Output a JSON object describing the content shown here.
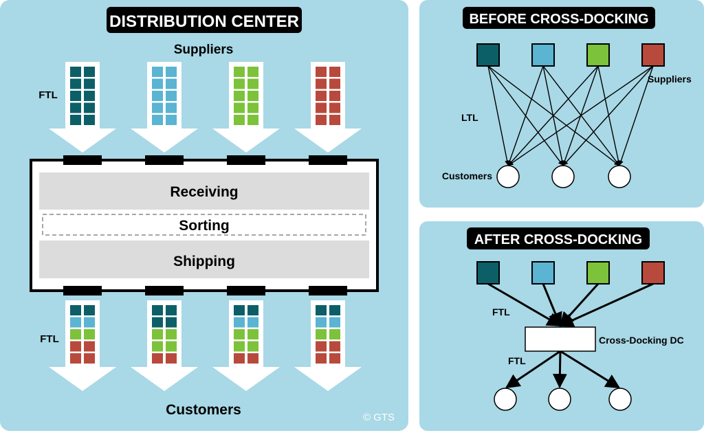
{
  "colors": {
    "panel_bg": "#a9d8e6",
    "dark_teal": "#0d5f67",
    "light_blue": "#5ab4d2",
    "green": "#7cc23b",
    "red": "#b84a3d"
  },
  "main_panel": {
    "title": "DISTRIBUTION CENTER",
    "suppliers_label": "Suppliers",
    "customers_label": "Customers",
    "ftl_top": "FTL",
    "ftl_bottom": "FTL",
    "receiving": "Receiving",
    "sorting": "Sorting",
    "shipping": "Shipping",
    "copyright": "© GTS",
    "supplier_columns": [
      [
        "dark_teal",
        "dark_teal",
        "dark_teal",
        "dark_teal",
        "dark_teal"
      ],
      [
        "light_blue",
        "light_blue",
        "light_blue",
        "light_blue",
        "light_blue"
      ],
      [
        "green",
        "green",
        "green",
        "green",
        "green"
      ],
      [
        "red",
        "red",
        "red",
        "red",
        "red"
      ]
    ],
    "customer_columns": [
      [
        "dark_teal",
        "light_blue",
        "green",
        "red",
        "red"
      ],
      [
        "dark_teal",
        "dark_teal",
        "green",
        "green",
        "red"
      ],
      [
        "dark_teal",
        "light_blue",
        "green",
        "green",
        "red"
      ],
      [
        "dark_teal",
        "light_blue",
        "green",
        "red",
        "red"
      ]
    ]
  },
  "before_panel": {
    "title": "BEFORE CROSS-DOCKING",
    "suppliers_label": "Suppliers",
    "ltl_label": "LTL",
    "customers_label": "Customers",
    "supplier_colors": [
      "dark_teal",
      "light_blue",
      "green",
      "red"
    ]
  },
  "after_panel": {
    "title": "AFTER CROSS-DOCKING",
    "ftl_top": "FTL",
    "ftl_bottom": "FTL",
    "dc_label": "Cross-Docking DC",
    "supplier_colors": [
      "dark_teal",
      "light_blue",
      "green",
      "red"
    ]
  }
}
